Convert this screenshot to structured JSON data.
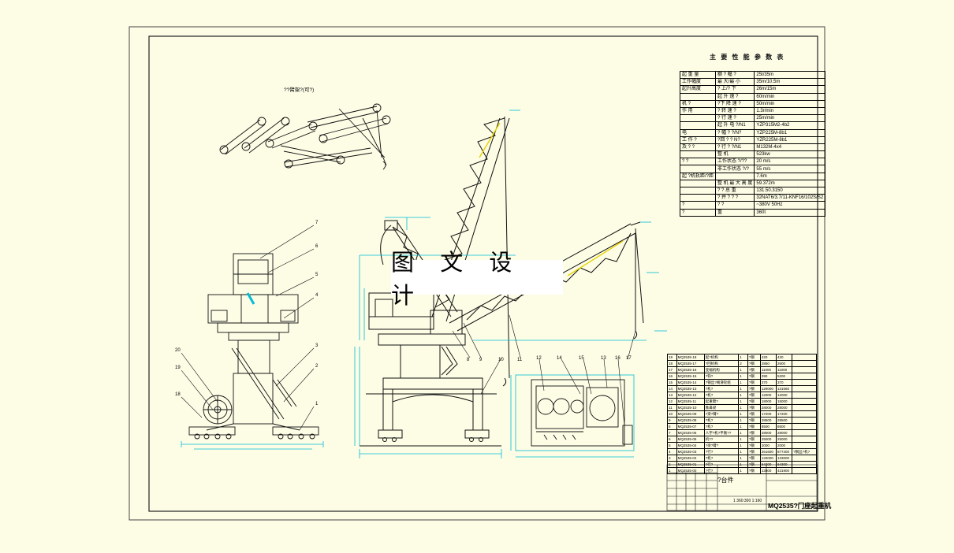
{
  "banner_text": "图 文 设 计",
  "inset_title": "??臂架?(可?)",
  "performance_table": {
    "title": "主 要 性 能 参 数 表",
    "rows": [
      [
        "起 重 量",
        "额 ? 幅 ?",
        "25t/35m"
      ],
      [
        "工作幅度",
        "最 大/最 小",
        "35m/10.5m"
      ],
      [
        "起升高度",
        "? 上/? 下",
        "26m/15m"
      ],
      [
        "",
        "起 升 速 ?",
        "60m/min"
      ],
      [
        "机 ?",
        "?下 降 速 ?",
        "50m/min"
      ],
      [
        "作 用",
        "? 转 速 ?",
        "1.3r/min"
      ],
      [
        "",
        "? 行 速 ?",
        "25m/min"
      ],
      [
        "",
        "起 升 电 ?/N1",
        "YZP315M2-4b2"
      ],
      [
        "电",
        "? 幅 ? ?/N?",
        "YZP225M-8b1"
      ],
      [
        "工 作 ?",
        "?回 ? ? N?",
        "YZR225M-8b1"
      ],
      [
        "及 ? ?",
        "? 行 ? ?/N1",
        "M132M-4x4"
      ],
      [
        "",
        "整 机",
        "523kw"
      ],
      [
        "? ?",
        "工作状态 ?/??",
        "20 m/s"
      ],
      [
        "",
        "非工作状态 ?/?",
        "55 m/s"
      ],
      [
        "起 ?机轨距/?距",
        "",
        "7.6m"
      ],
      [
        "",
        "整 机 最 大 高 度",
        "59.372m"
      ],
      [
        "",
        "? ? 总 重",
        "131.50.3150"
      ],
      [
        "",
        "? 并 ? ? ?",
        "32NAT6/3.7/11-KNF16/102S/S2"
      ],
      [
        "?",
        "? ?",
        "~380V  50Hz"
      ],
      [
        "?",
        "重",
        "360t"
      ]
    ]
  },
  "view_labels": {
    "left_view_numbers": [
      "7",
      "6",
      "5",
      "4",
      "3",
      "2",
      "1",
      "20",
      "19",
      "18"
    ],
    "front_view_numbers": [
      "8",
      "9",
      "10",
      "11"
    ],
    "plan_view_numbers": [
      "12",
      "14",
      "15",
      "13",
      "16",
      "17"
    ]
  },
  "parts_list": [
    [
      "19",
      "MQ2535-18",
      "起?机构",
      "1",
      "?钢",
      "420",
      "420",
      ""
    ],
    [
      "18",
      "MQ2535-17",
      "?回机构",
      "2",
      "?钢",
      "2850",
      "2600",
      ""
    ],
    [
      "17",
      "MQ2535-16",
      "变幅机构",
      "1",
      "?钢",
      "11000",
      "11000",
      ""
    ],
    [
      "16",
      "MQ2535-15",
      "?钩?",
      "1",
      "?钢",
      "390",
      "5200",
      ""
    ],
    [
      "15",
      "MQ2535-14",
      "?钢丝?绳滑轮组",
      "1",
      "?钢",
      "370",
      "370",
      ""
    ],
    [
      "14",
      "MQ2535-13",
      "?机?",
      "1",
      "?钢",
      "129000",
      "131560",
      ""
    ],
    [
      "13",
      "MQ2535-12",
      "?机?",
      "1",
      "?钢",
      "12000",
      "12000",
      ""
    ],
    [
      "12",
      "MQ2535-11",
      "起重臂?",
      "1",
      "?钢",
      "18000",
      "15000",
      ""
    ],
    [
      "11",
      "MQ2535-10",
      "象鼻梁",
      "1",
      "?钢",
      "28000",
      "28000",
      ""
    ],
    [
      "10",
      "MQ2535-09",
      "?梁?臂?",
      "1",
      "?钢",
      "17200",
      "17200",
      ""
    ],
    [
      "9",
      "MQ2535-08",
      "?机?",
      "1",
      "?钢",
      "28500",
      "28500",
      ""
    ],
    [
      "8",
      "MQ2535-07",
      "?机?",
      "1",
      "?钢",
      "8500",
      "8500",
      ""
    ],
    [
      "7",
      "MQ2535-06",
      "人字?机?平衡??",
      "1",
      "?钢",
      "28000",
      "28000",
      ""
    ],
    [
      "6",
      "MQ2535-05",
      "机??",
      "1",
      "?钢",
      "25000",
      "25000",
      ""
    ],
    [
      "5",
      "MQ2535-04",
      "?梁?臂?",
      "1",
      "?钢",
      "2000",
      "2000",
      ""
    ],
    [
      "4",
      "MQ2535-03",
      "?行?",
      "1",
      "?钢",
      "261600",
      "877400",
      "?钢丝?机?"
    ],
    [
      "3",
      "MQ2535-02",
      "?机?",
      "1",
      "?钢",
      "133000",
      "133000",
      ""
    ],
    [
      "2",
      "MQ2535-01",
      "?行?",
      "1",
      "?钢",
      "64300",
      "64300",
      ""
    ],
    [
      "1",
      "MQ2535-00",
      "?行?",
      "1",
      "?钢",
      "13800",
      "431900",
      ""
    ]
  ],
  "title_block": {
    "name": "?台件",
    "scale": "1  360:300  1:160",
    "drawing_title": "MQ2535?门座起重机"
  },
  "colors": {
    "paper": "#fdfde6",
    "line": "#111111",
    "cyan_dim": "#00bcd4",
    "yellow_hi": "#e6d200"
  }
}
